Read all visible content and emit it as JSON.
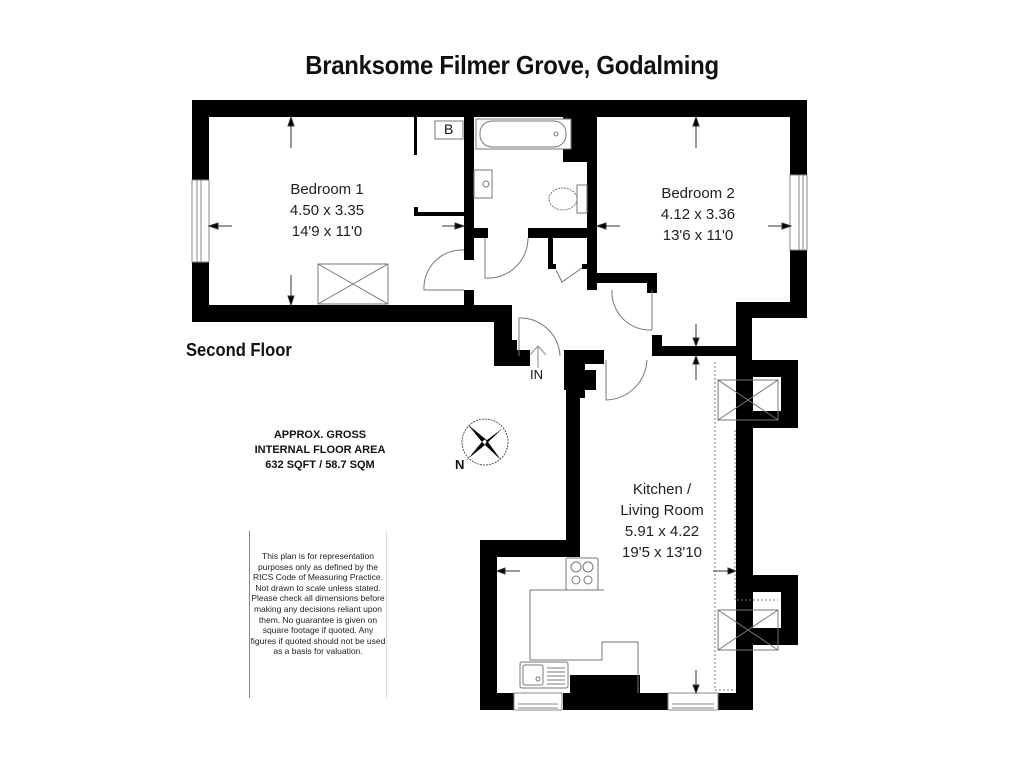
{
  "title": "Branksome Filmer Grove, Godalming",
  "floor_label": "Second Floor",
  "area": {
    "line1": "APPROX. GROSS",
    "line2": "INTERNAL FLOOR AREA",
    "line3": "632 SQFT / 58.7 SQM"
  },
  "rooms": [
    {
      "name": "Bedroom 1",
      "metric": "4.50 x 3.35",
      "imperial": "14'9 x 11'0"
    },
    {
      "name": "Bedroom 2",
      "metric": "4.12 x 3.36",
      "imperial": "13'6 x 11'0"
    },
    {
      "name": "Kitchen /",
      "name2": "Living Room",
      "metric": "5.91 x 4.22",
      "imperial": "19'5 x 13'10"
    }
  ],
  "boiler_label": "B",
  "entrance_label": "IN",
  "compass_label": "N",
  "disclaimer": "This plan is for representation purposes only as defined by the RICS Code of Measuring Practice. Not drawn to scale unless stated. Please check all dimensions before making any decisions reliant upon them. No guarantee is given on square footage if quoted. Any figures if quoted should not be used as a basis for valuation.",
  "colors": {
    "wall": "#000000",
    "background": "#ffffff",
    "fixture_line": "#777777"
  }
}
